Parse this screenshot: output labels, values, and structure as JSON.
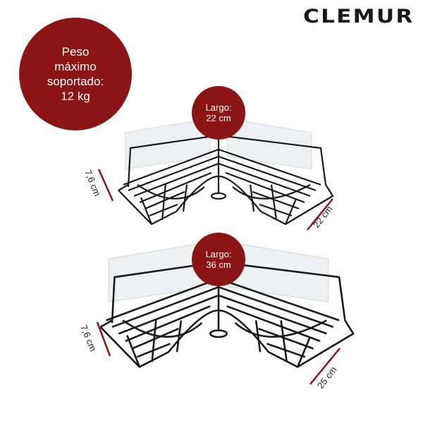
{
  "brand": {
    "logo": "CLEMUR"
  },
  "max_weight": {
    "lines": [
      "Peso",
      "máximo",
      "soportado:",
      "12 kg"
    ]
  },
  "baskets": [
    {
      "length_label": [
        "Largo:",
        "22 cm"
      ],
      "height_dim": "7,6 cm",
      "depth_dim": "22 cm"
    },
    {
      "length_label": [
        "Largo:",
        "36 cm"
      ],
      "height_dim": "7,6 cm",
      "depth_dim": "25 cm"
    }
  ],
  "colors": {
    "accent": "#8b1515",
    "wire": "#1a1a1a"
  }
}
